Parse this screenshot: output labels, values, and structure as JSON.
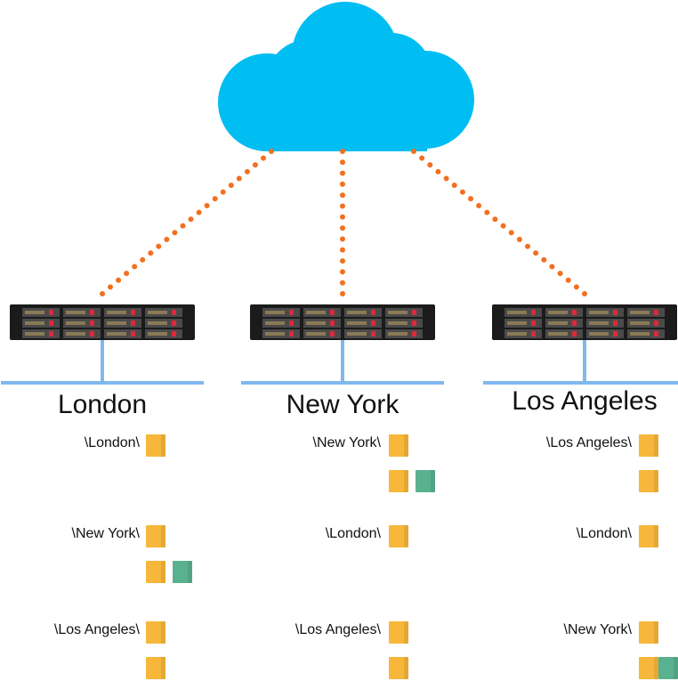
{
  "colors": {
    "cloud": "#00BDF2",
    "link_dots": "#F26F21",
    "lan": "#7FB9F0",
    "folder": "#F7B73A",
    "file": "#5AB18F"
  },
  "sites": [
    {
      "name": "London",
      "folders": [
        {
          "label": "\\London\\",
          "items": [
            "folder"
          ]
        },
        {
          "label": "\\New York\\",
          "items": [
            "folder",
            "folder",
            "file"
          ]
        },
        {
          "label": "\\Los Angeles\\",
          "items": [
            "folder",
            "folder"
          ]
        }
      ]
    },
    {
      "name": "New York",
      "folders": [
        {
          "label": "\\New York\\",
          "items": [
            "folder",
            "folder",
            "file"
          ]
        },
        {
          "label": "\\London\\",
          "items": [
            "folder"
          ]
        },
        {
          "label": "\\Los Angeles\\",
          "items": [
            "folder",
            "folder"
          ]
        }
      ]
    },
    {
      "name": "Los Angeles",
      "folders": [
        {
          "label": "\\Los Angeles\\",
          "items": [
            "folder",
            "folder"
          ]
        },
        {
          "label": "\\London\\",
          "items": [
            "folder"
          ]
        },
        {
          "label": "\\New York\\",
          "items": [
            "folder",
            "folder",
            "file"
          ]
        }
      ]
    }
  ]
}
